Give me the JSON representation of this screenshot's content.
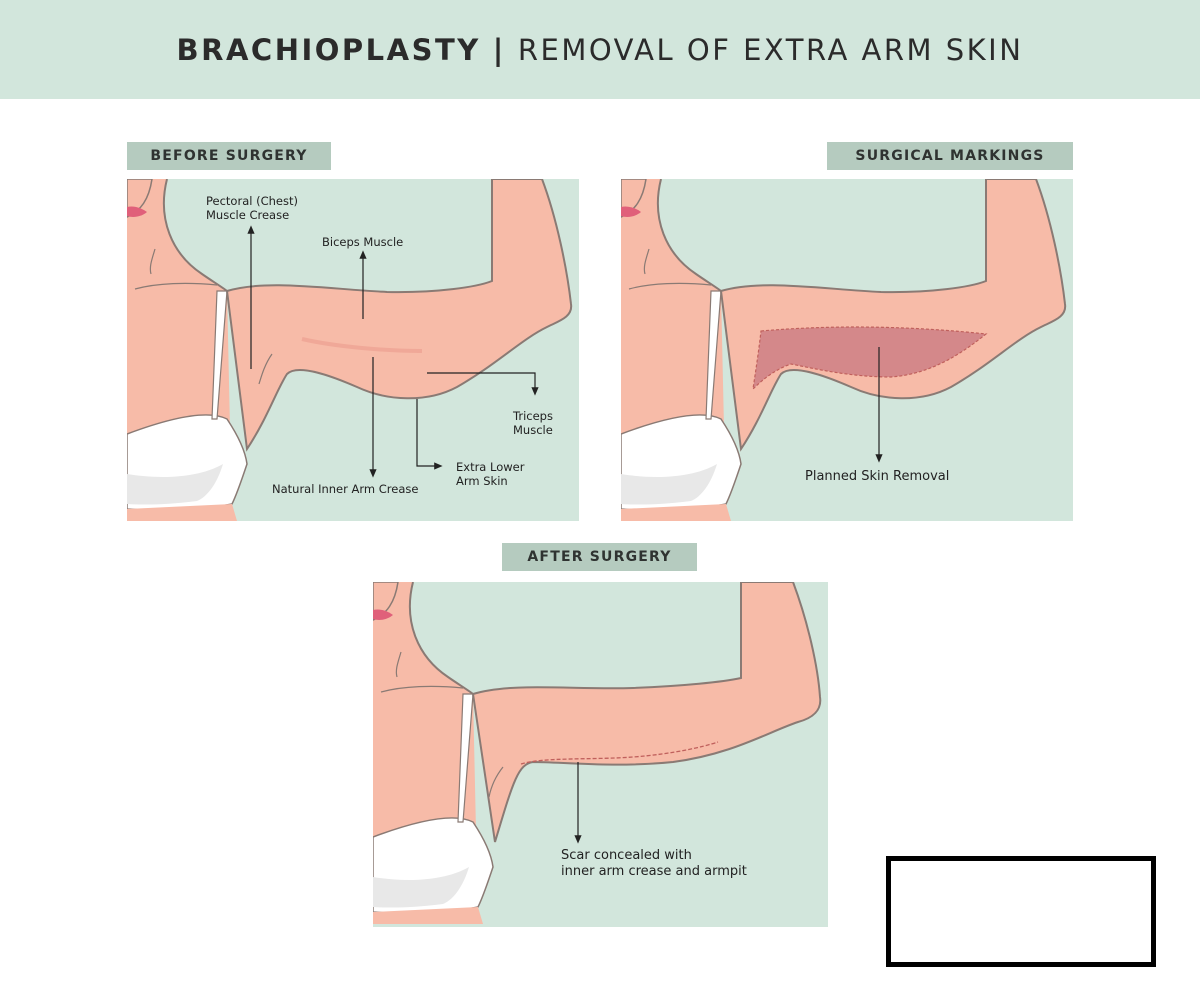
{
  "header": {
    "title_bold": "BRACHIOPLASTY",
    "separator": "|",
    "title_rest": "REMOVAL OF EXTRA ARM SKIN"
  },
  "panels": {
    "before": {
      "label": "BEFORE SURGERY",
      "annotations": {
        "pectoral_1": "Pectoral (Chest)",
        "pectoral_2": "Muscle Crease",
        "biceps": "Biceps Muscle",
        "triceps_1": "Triceps",
        "triceps_2": "Muscle",
        "extra_1": "Extra Lower",
        "extra_2": "Arm Skin",
        "crease": "Natural Inner Arm Crease"
      }
    },
    "markings": {
      "label": "SURGICAL MARKINGS",
      "annotations": {
        "removal": "Planned Skin Removal"
      }
    },
    "after": {
      "label": "AFTER SURGERY",
      "annotations": {
        "scar_1": "Scar concealed with",
        "scar_2": "inner arm crease and armpit"
      }
    }
  },
  "colors": {
    "background": "#d2e6dc",
    "skin": "#f7bba8",
    "outline": "#8a7a74",
    "removal": "#d4888a",
    "tag": "#b5cbbf"
  }
}
